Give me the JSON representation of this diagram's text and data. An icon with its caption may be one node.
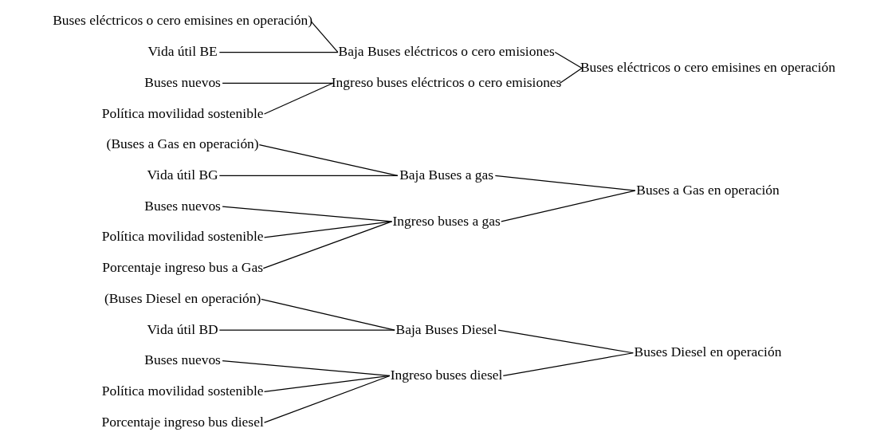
{
  "diagram": {
    "nodes": [
      {
        "text": [
          "(Buses Diesel en operación)"
        ]
      },
      {
        "text": [
          "Vida útil BD"
        ]
      },
      {
        "text": [
          "Baja Buses Diesel"
        ]
      },
      {
        "text": [
          "Buses nuevos"
        ]
      },
      {
        "text": [
          "Política movilidad sostenible"
        ]
      },
      {
        "text": [
          "Porcentaje ingreso bus diesel"
        ]
      },
      {
        "text": [
          "Ingreso buses diesel"
        ]
      },
      {
        "text": [
          "Buses Diesel en operación"
        ]
      },
      {
        "text": [
          "(Buses a Gas en operación)"
        ]
      },
      {
        "text": [
          "Vida útil BG"
        ]
      },
      {
        "text": [
          "Baja Buses a gas"
        ]
      },
      {
        "text": [
          "Buses nuevos"
        ]
      },
      {
        "text": [
          "Política movilidad sostenible"
        ]
      },
      {
        "text": [
          "Porcentaje ingreso bus a Gas"
        ]
      },
      {
        "text": [
          "Ingreso buses a gas"
        ]
      },
      {
        "text": [
          "Buses a Gas en operación"
        ]
      },
      {
        "text": [
          "Buses eléctricos o cero emisines en operación)"
        ]
      },
      {
        "text": [
          "Vida útil BE"
        ]
      },
      {
        "text": [
          "Baja Buses eléctricos o cero emisiones"
        ]
      },
      {
        "text": [
          "Buses nuevos"
        ]
      },
      {
        "text": [
          "Política movilidad sostenible"
        ]
      },
      {
        "text": [
          "Ingreso buses eléctricos o cero emisiones"
        ]
      },
      {
        "text": [
          "Buses eléctricos o cero emisines en operación"
        ]
      }
    ],
    "edges": [
      {
        "from": 0,
        "to": 2,
        "arrow": "none"
      },
      {
        "from": 1,
        "to": 2,
        "arrow": "none"
      },
      {
        "from": 3,
        "to": 6,
        "arrow": "none"
      },
      {
        "from": 4,
        "to": 6,
        "arrow": "none"
      },
      {
        "from": 5,
        "to": 6,
        "arrow": "none"
      },
      {
        "from": 2,
        "to": 7,
        "arrow": "none"
      },
      {
        "from": 6,
        "to": 7,
        "arrow": "none"
      },
      {
        "from": 8,
        "to": 10,
        "arrow": "none"
      },
      {
        "from": 9,
        "to": 10,
        "arrow": "none"
      },
      {
        "from": 11,
        "to": 14,
        "arrow": "none"
      },
      {
        "from": 12,
        "to": 14,
        "arrow": "none"
      },
      {
        "from": 13,
        "to": 14,
        "arrow": "none"
      },
      {
        "from": 10,
        "to": 15,
        "arrow": "none"
      },
      {
        "from": 14,
        "to": 15,
        "arrow": "none"
      },
      {
        "from": 16,
        "to": 18,
        "arrow": "none"
      },
      {
        "from": 17,
        "to": 18,
        "arrow": "none"
      },
      {
        "from": 19,
        "to": 21,
        "arrow": "none"
      },
      {
        "from": 20,
        "to": 21,
        "arrow": "none"
      },
      {
        "from": 18,
        "to": 22,
        "arrow": "none"
      },
      {
        "from": 21,
        "to": 22,
        "arrow": "none"
      }
    ]
  }
}
